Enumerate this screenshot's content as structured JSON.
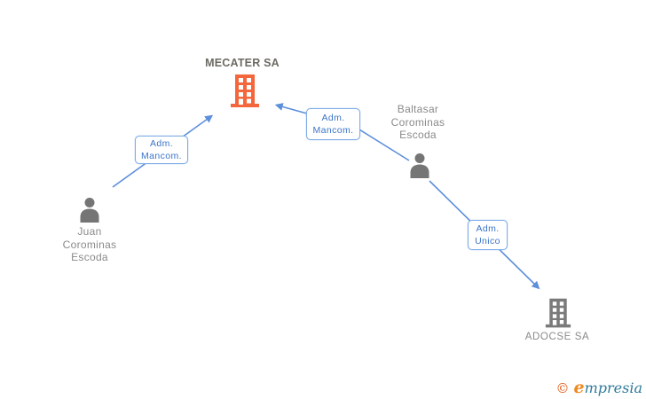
{
  "diagram": {
    "companies": [
      {
        "name": "MECATER SA",
        "highlighted": true
      },
      {
        "name": "ADOCSE SA",
        "highlighted": false
      }
    ],
    "persons": [
      {
        "name": "Juan\nCorominas\nEscoda"
      },
      {
        "name": "Baltasar\nCorominas\nEscoda"
      }
    ],
    "relations": [
      {
        "from": "Juan Corominas Escoda",
        "to": "MECATER SA",
        "label": "Adm.\nMancom."
      },
      {
        "from": "Baltasar Corominas Escoda",
        "to": "MECATER SA",
        "label": "Adm.\nMancom."
      },
      {
        "from": "Baltasar Corominas Escoda",
        "to": "ADOCSE SA",
        "label": "Adm.\nUnico"
      }
    ],
    "colors": {
      "company_highlight": "#f4673c",
      "company_default": "#7a7a7a",
      "person": "#757575",
      "relation_line": "#5d8fdb",
      "relation_box_border": "#7fade6",
      "relation_text": "#3b74c8",
      "name_text": "#8a8a8a",
      "title_text": "#6c6a62"
    }
  },
  "footer": {
    "copyright": "©",
    "brand_initial": "e",
    "brand_rest": "mpresia"
  }
}
